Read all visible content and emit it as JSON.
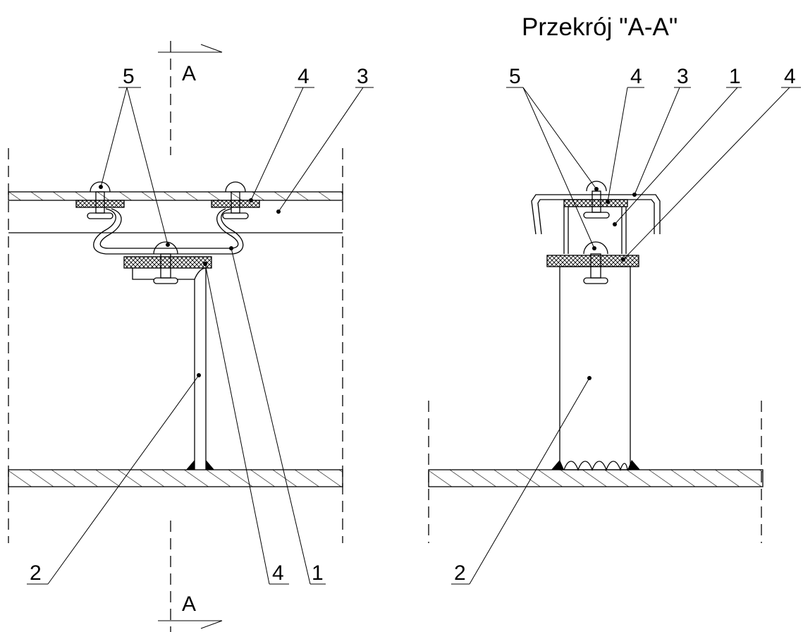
{
  "section_title": "Przekrój \"A-A\"",
  "section_marks": {
    "top": "A",
    "bottom": "A"
  },
  "left_view": {
    "labels": {
      "l5": "5",
      "l4_top": "4",
      "l3": "3",
      "l2": "2",
      "l4_bottom": "4",
      "l1": "1"
    }
  },
  "right_view": {
    "labels": {
      "r5": "5",
      "r4a": "4",
      "r3": "3",
      "r1": "1",
      "r4b": "4",
      "r2": "2"
    }
  }
}
